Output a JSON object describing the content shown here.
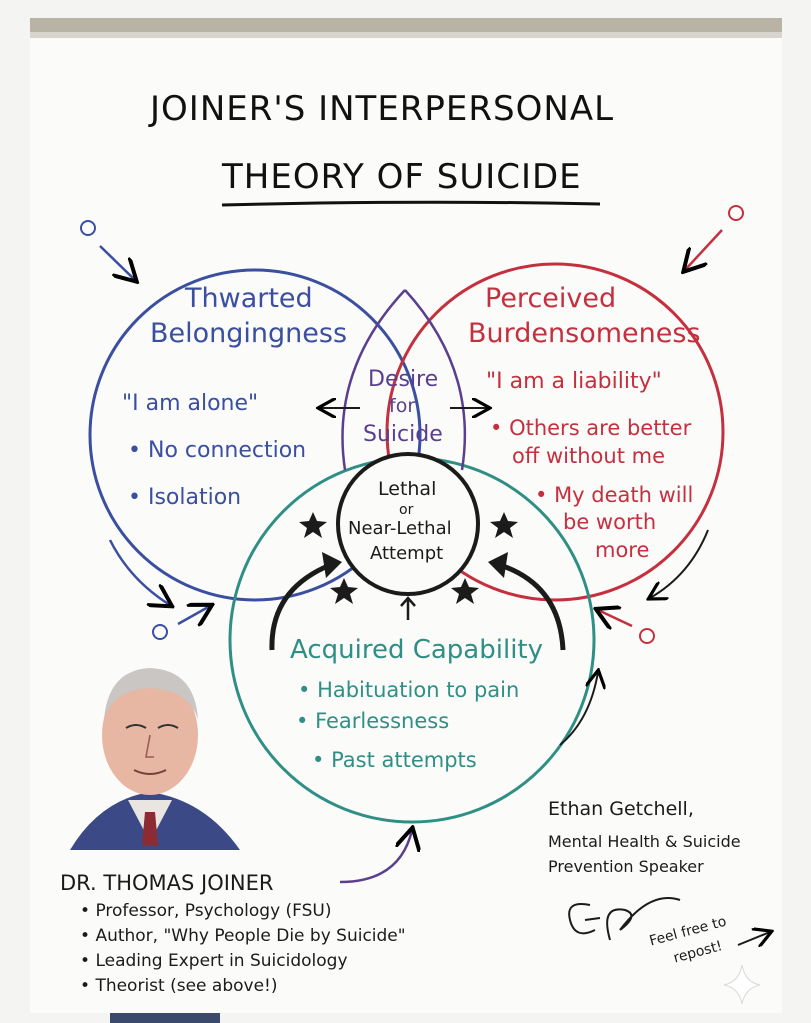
{
  "title": {
    "line1": "JOINER'S INTERPERSONAL",
    "line2": "THEORY OF SUICIDE"
  },
  "thwarted": {
    "heading1": "Thwarted",
    "heading2": "Belongingness",
    "quote": "\"I am alone\"",
    "items": [
      "No connection",
      "Isolation"
    ]
  },
  "burden": {
    "heading1": "Perceived",
    "heading2": "Burdensomeness",
    "quote": "\"I am a liability\"",
    "item1_line1": "Others are better",
    "item1_line2": "off without me",
    "item2_line1": "My death will",
    "item2_line2": "be worth",
    "item2_line3": "more"
  },
  "desire": {
    "line1": "Desire",
    "line2": "for",
    "line3": "Suicide"
  },
  "attempt": {
    "line1": "Lethal",
    "line2": "or",
    "line3": "Near-Lethal",
    "line4": "Attempt"
  },
  "capability": {
    "heading": "Acquired Capability",
    "items": [
      "Habituation to pain",
      "Fearlessness",
      "Past attempts"
    ]
  },
  "joiner": {
    "name": "DR. THOMAS JOINER",
    "items": [
      "Professor, Psychology (FSU)",
      "Author, \"Why People Die by Suicide\"",
      "Leading Expert in Suicidology",
      "Theorist (see above!)"
    ]
  },
  "author": {
    "name": "Ethan Getchell,",
    "role1": "Mental Health & Suicide",
    "role2": "Prevention Speaker"
  },
  "repost": {
    "line1": "Feel free to",
    "line2": "repost!"
  },
  "colors": {
    "blue": "#3a4fa0",
    "red": "#c5303f",
    "teal": "#2f8f85",
    "purple": "#5b3f8f",
    "ink": "#1b1b1b"
  },
  "icons": [
    "star-icon",
    "arrow-icon",
    "portrait-icon",
    "signature-icon",
    "sparkle-icon"
  ]
}
